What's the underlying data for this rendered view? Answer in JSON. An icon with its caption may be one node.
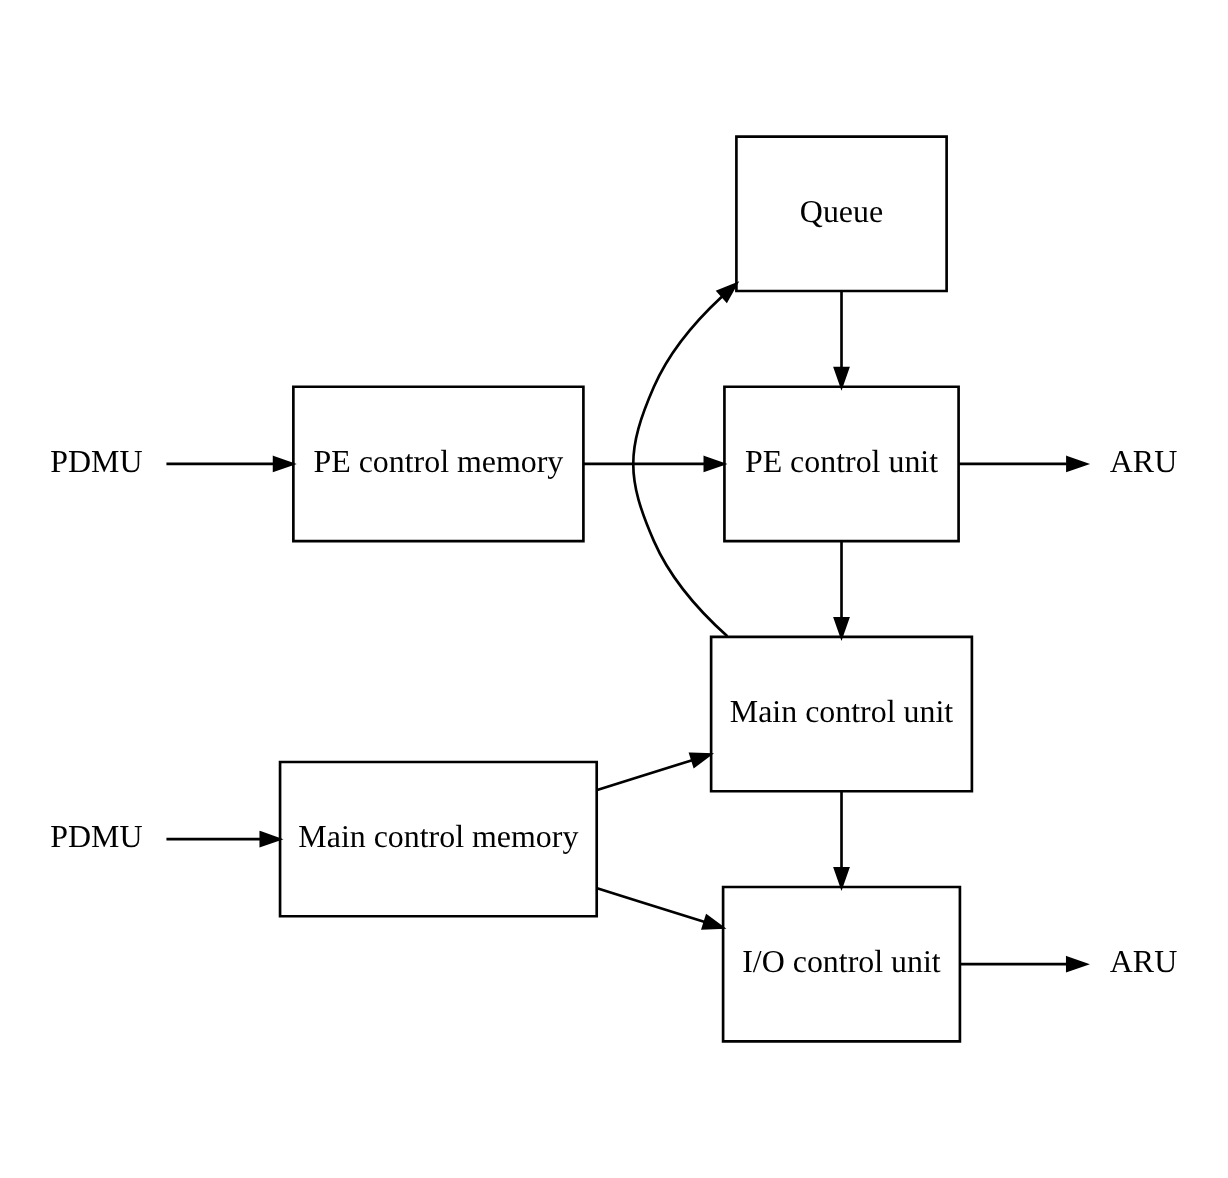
{
  "diagram": {
    "nodes": [
      {
        "text": [
          "PDMU"
        ]
      },
      {
        "text": [
          "PE control memory"
        ]
      },
      {
        "text": [
          "PE control unit"
        ]
      },
      {
        "text": [
          "ARU"
        ]
      },
      {
        "text": [
          "Queue"
        ]
      },
      {
        "text": [
          "Main control unit"
        ]
      },
      {
        "text": [
          "PDMU"
        ]
      },
      {
        "text": [
          "Main control memory"
        ]
      },
      {
        "text": [
          "I/O control unit"
        ]
      },
      {
        "text": [
          "ARU"
        ]
      }
    ],
    "edges": [
      {
        "from": 0,
        "to": 1,
        "arrow": "to"
      },
      {
        "from": 1,
        "to": 2,
        "arrow": "to"
      },
      {
        "from": 2,
        "to": 3,
        "arrow": "to"
      },
      {
        "from": 4,
        "to": 2,
        "arrow": "to"
      },
      {
        "from": 5,
        "to": 4,
        "arrow": "to"
      },
      {
        "from": 2,
        "to": 5,
        "arrow": "to"
      },
      {
        "from": 7,
        "to": 5,
        "arrow": "to"
      },
      {
        "from": 6,
        "to": 7,
        "arrow": "to"
      },
      {
        "from": 5,
        "to": 8,
        "arrow": "to"
      },
      {
        "from": 7,
        "to": 8,
        "arrow": "to"
      },
      {
        "from": 8,
        "to": 9,
        "arrow": "to"
      }
    ]
  }
}
